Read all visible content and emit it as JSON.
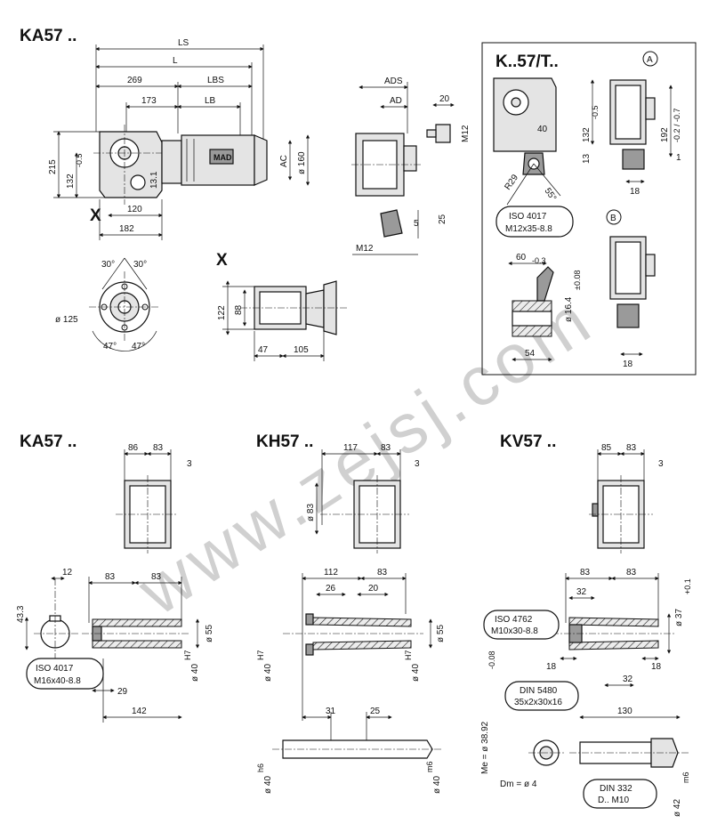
{
  "titles": {
    "ka57_top": "KA57 ..",
    "k57t": "K..57/T..",
    "ka57_bottom": "KA57 ..",
    "kh57": "KH57 ..",
    "kv57": "KV57 .."
  },
  "markers": {
    "x1": "X",
    "x2": "X",
    "a": "A",
    "b": "B"
  },
  "motor_label": "MAD",
  "watermark": "www.zejsj.com",
  "dims": {
    "LS": "LS",
    "L": "L",
    "269": "269",
    "LBS": "LBS",
    "173": "173",
    "LB": "LB",
    "215": "215",
    "132": "132",
    "132tol": "-0.5",
    "131": "13.1",
    "AC": "AC",
    "d160": "ø 160",
    "120": "120",
    "182": "182",
    "ADS": "ADS",
    "AD": "AD",
    "20": "20",
    "M12": "M12",
    "25": "25",
    "5": "5",
    "M12b": "M12",
    "30a": "30°",
    "30b": "30°",
    "d125": "ø 125",
    "47a": "47°",
    "47b": "47°",
    "122": "122",
    "88": "88",
    "47": "47",
    "105": "105",
    "t_132": "132",
    "t_132tol": "-0.5",
    "t_40": "40",
    "t_13": "13",
    "t_192": "192",
    "t_192tol": "-0.2 / -0.7",
    "t_R29": "R29",
    "t_55": "55°",
    "t_1": "1",
    "t_18": "18",
    "t_iso": "ISO 4017",
    "t_isosub": "M12x35-8.8",
    "t_60": "60",
    "t_60tol": "-0.3",
    "t_164": "ø 16.4",
    "t_164tol": "±0.08",
    "t_54": "54",
    "t_18b": "18",
    "b1_86": "86",
    "b1_83": "83",
    "b1_3": "3",
    "b2_117": "117",
    "b2_83": "83",
    "b2_3": "3",
    "b2_d83": "ø 83",
    "b3_85": "85",
    "b3_83": "83",
    "b3_3": "3",
    "s1_12": "12",
    "s1_433": "43.3",
    "s1_83a": "83",
    "s1_83b": "83",
    "s1_d55": "ø 55",
    "s1_d40": "ø 40",
    "s1_h7": "H7",
    "s1_iso": "ISO 4017",
    "s1_isosub": "M16x40-8.8",
    "s1_29": "29",
    "s1_142": "142",
    "s2_112": "112",
    "s2_83": "83",
    "s2_26": "26",
    "s2_20": "20",
    "s2_d55": "ø 55",
    "s2_d40a": "ø 40",
    "s2_h7a": "H7",
    "s2_d40b": "ø 40",
    "s2_h7b": "H7",
    "s2_31": "31",
    "s2_25": "25",
    "s2_d40c": "ø 40",
    "s2_h6": "h6",
    "s2_d40d": "ø 40",
    "s2_m6": "m6",
    "s3_83a": "83",
    "s3_83b": "83",
    "s3_32": "32",
    "s3_d37": "ø 37",
    "s3_d37tol": "+0.1",
    "s3_iso": "ISO 4762",
    "s3_isosub": "M10x30-8.8",
    "s3_18a": "18",
    "s3_18b": "18",
    "s3_32b": "32",
    "s3_din1": "DIN 5480",
    "s3_din1sub": "35x2x30x16",
    "s3_130": "130",
    "s3_me": "Me = ø 38.92",
    "s3_metol": "-0.08",
    "s3_dm": "Dm = ø 4",
    "s3_din2": "DIN 332",
    "s3_din2sub": "D.. M10",
    "s3_d42": "ø 42",
    "s3_m6": "m6"
  }
}
